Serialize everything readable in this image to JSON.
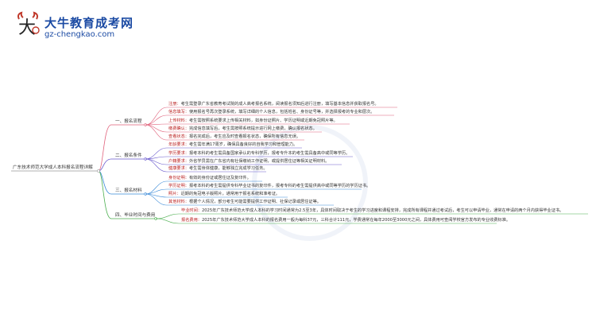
{
  "logo": {
    "site_name": "大牛教育成考网",
    "url": "gz-chengkao.com"
  },
  "mindmap": {
    "root": "广东技术师范大学成人本科报名流程详解",
    "branches": [
      {
        "label": "一、报名流程",
        "color": "#e0607a",
        "items": [
          {
            "key": "注册：",
            "text": "考生需登录广东省教育考试院的成人高考报名系统，阅读报名须知后进行注册，填写基本信息并获取报名号。"
          },
          {
            "key": "信息填写：",
            "text": "使用报名号再次登录系统，填写详细的个人信息，包括姓名、身份证号等，并选择报考的专业和层次。"
          },
          {
            "key": "上传材料：",
            "text": "考生需按照系统要求上传相关材料，如身份证照片、学历证明或近期免冠照片等。"
          },
          {
            "key": "缴费确认：",
            "text": "完成信息填写后，考生需按照系统提示进行网上缴费，确认报名状态。"
          },
          {
            "key": "查看状态：",
            "text": "报名完成后，考生应及时查看报名状态，确保所有信息无误。"
          }
        ]
      },
      {
        "label": "二、报名条件",
        "color": "#6a5acd",
        "items": [
          {
            "key": "年龄要求：",
            "text": "考生需年满17周岁，确保具备良好的自我学习和管理能力。"
          },
          {
            "key": "学历要求：",
            "text": "报考本科的考生需具备国家承认的专科学历，报考专升本的考生需具备高中或同等学历。"
          },
          {
            "key": "户籍要求：",
            "text": "外省学员需在广东省内有社保缴纳工作证明，或提供居住证等相关证明材料。"
          },
          {
            "key": "健康要求：",
            "text": "考生需身体健康，能够独立完成学习任务。"
          }
        ]
      },
      {
        "label": "三、报名材料",
        "color": "#3a8ad8",
        "items": [
          {
            "key": "身份证明：",
            "text": "有效的身份证或居住证及复印件。"
          },
          {
            "key": "学历证明：",
            "text": "报考本科的考生需提供专科毕业证书的复印件，报考专科的考生需提供高中或同等学历的学历证书。"
          },
          {
            "key": "照片：",
            "text": "近期的免冠电子版照片，通常用于报名系统和准考证。"
          },
          {
            "key": "其他材料：",
            "text": "根据个人情况，部分考生可能需要提供工作证明、社保记录或居住证等。"
          }
        ]
      },
      {
        "label": "四、毕业时间与费用",
        "color": "#4caf50",
        "items": [
          {
            "key": "毕业时间：",
            "text": "2025年广东技术师范大学成人本科的学习时间通常为2.5至3年，具体时间取决于考生的学习进度和课程安排，完成所有课程并通过考试后，考生可以申请毕业，通常在申请的两个月内获得毕业证书。"
          },
          {
            "key": "报名费用：",
            "text": "2025年广东技术师范大学成人本科的报名费用一般为每科37元，三科合计111元，学费通常在每年2000至3000元之间，具体费用可查阅学校官方发布的专业收费标准。"
          }
        ]
      }
    ]
  }
}
